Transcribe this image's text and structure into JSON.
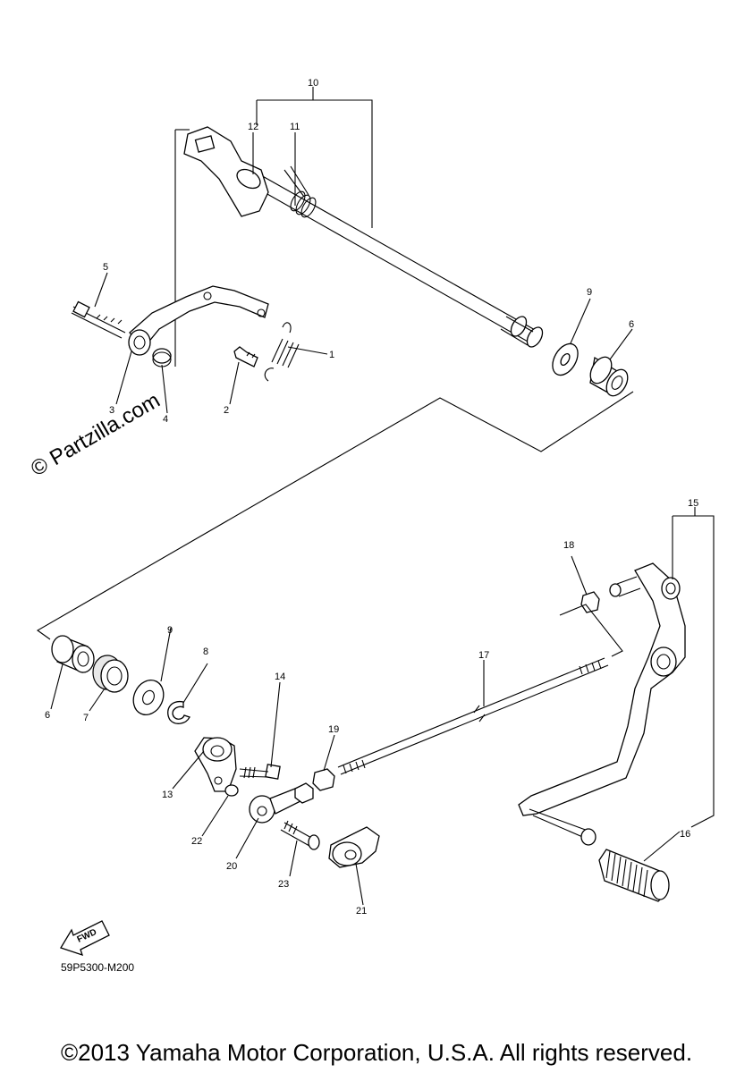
{
  "diagram": {
    "code": "59P5300-M200",
    "watermark": "© Partzilla.com",
    "copyright": "©2013 Yamaha Motor Corporation, U.S.A. All rights reserved.",
    "fwd_label": "FWD",
    "callouts": {
      "c1": "1",
      "c2": "2",
      "c3": "3",
      "c4": "4",
      "c5": "5",
      "c6a": "6",
      "c6b": "6",
      "c7": "7",
      "c8": "8",
      "c9a": "9",
      "c9b": "9",
      "c10": "10",
      "c11": "11",
      "c12": "12",
      "c13": "13",
      "c14": "14",
      "c15": "15",
      "c16": "16",
      "c17": "17",
      "c18": "18",
      "c19": "19",
      "c20": "20",
      "c21": "21",
      "c22": "22",
      "c23": "23"
    }
  }
}
